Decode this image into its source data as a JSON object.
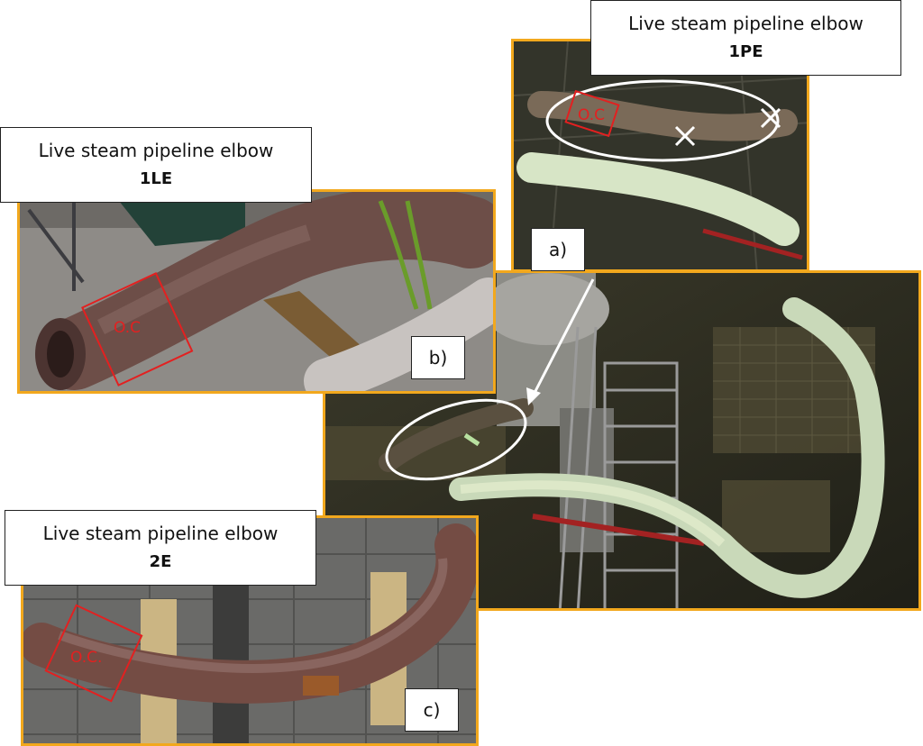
{
  "figure": {
    "panels": [
      {
        "id": "a",
        "tag": "a)",
        "title": "Live steam pipeline elbow",
        "code": "1PE",
        "marker": "O.C"
      },
      {
        "id": "b",
        "tag": "b)",
        "title": "Live steam pipeline elbow",
        "code": "1LE",
        "marker": "O.C"
      },
      {
        "id": "c",
        "tag": "c)",
        "title": "Live steam pipeline elbow",
        "code": "2E",
        "marker": "O.C."
      }
    ],
    "overview": {
      "description_marker_color": "#ffffff"
    },
    "colors": {
      "frame": "#f2a81d",
      "marker": "#e32020",
      "ellipse": "#ffffff"
    }
  }
}
